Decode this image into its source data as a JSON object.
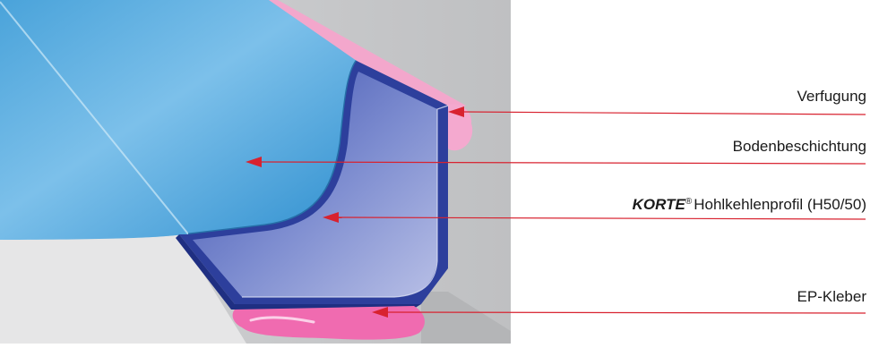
{
  "labels": {
    "verfugung": "Verfugung",
    "bodenbeschichtung": "Bodenbeschichtung",
    "profil_brand": "KORTE",
    "profil_reg": "®",
    "profil_rest": "Hohlkehlenprofil (H50/50)",
    "ep_kleber": "EP-Kleber"
  },
  "colors": {
    "background_wall": "#c6c7c9",
    "floor": "#e4e4e5",
    "coating": "#4fa8dc",
    "profile": "#2d3f9c",
    "profile_face": "#7f8ed0",
    "glue": "#f06bb0",
    "grout": "#f5a9cf",
    "leader": "#d8222f",
    "underline": "#d8222f"
  }
}
